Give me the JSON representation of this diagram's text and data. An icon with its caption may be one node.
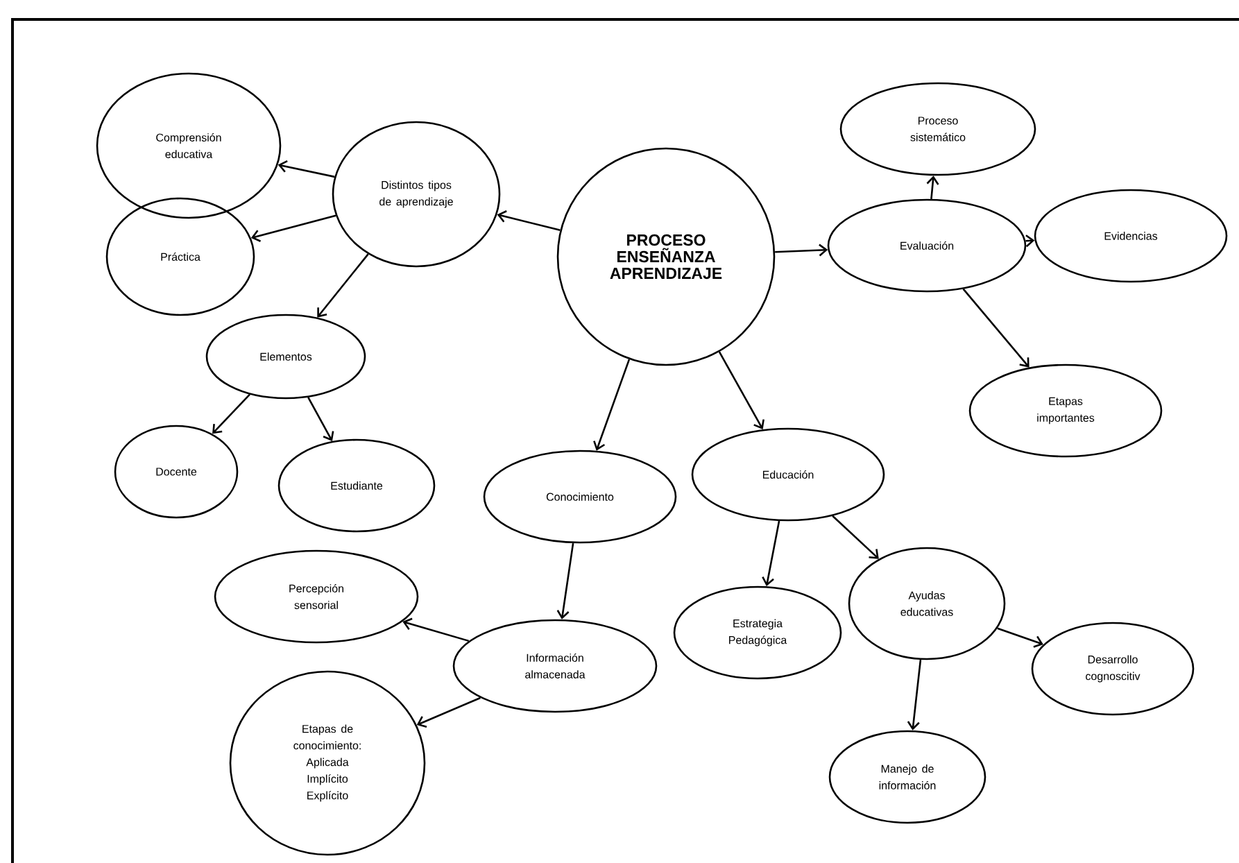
{
  "diagram": {
    "nodes": [
      {
        "text": [
          "PROCESO ENSEÑANZA APRENDIZAJE"
        ]
      },
      {
        "text": [
          "Distintos tipos de aprendizaje"
        ]
      },
      {
        "text": [
          "Comprensión educativa"
        ]
      },
      {
        "text": [
          "Práctica"
        ]
      },
      {
        "text": [
          "Elementos"
        ]
      },
      {
        "text": [
          "Docente"
        ]
      },
      {
        "text": [
          "Estudiante"
        ]
      },
      {
        "text": [
          "Proceso sistemático"
        ]
      },
      {
        "text": [
          "Evaluación"
        ]
      },
      {
        "text": [
          "Evidencias"
        ]
      },
      {
        "text": [
          "Etapas importantes"
        ]
      },
      {
        "text": [
          "Conocimiento"
        ]
      },
      {
        "text": [
          "Educación"
        ]
      },
      {
        "text": [
          "Percepción sensorial"
        ]
      },
      {
        "text": [
          "Información almacenada"
        ]
      },
      {
        "text": [
          "Etapas de conocimiento: Aplicada Implícito Explícito"
        ]
      },
      {
        "text": [
          "Estrategia Pedagógica"
        ]
      },
      {
        "text": [
          "Ayudas educativas"
        ]
      },
      {
        "text": [
          "Desarrollo cognoscitiv"
        ]
      },
      {
        "text": [
          "Manejo de información"
        ]
      }
    ],
    "edges": [
      {
        "from": 0,
        "to": 1,
        "arrow": "to"
      },
      {
        "from": 1,
        "to": 2,
        "arrow": "to"
      },
      {
        "from": 1,
        "to": 3,
        "arrow": "to"
      },
      {
        "from": 1,
        "to": 4,
        "arrow": "to"
      },
      {
        "from": 4,
        "to": 5,
        "arrow": "to"
      },
      {
        "from": 4,
        "to": 6,
        "arrow": "to"
      },
      {
        "from": 0,
        "to": 8,
        "arrow": "to"
      },
      {
        "from": 8,
        "to": 7,
        "arrow": "to"
      },
      {
        "from": 8,
        "to": 9,
        "arrow": "to"
      },
      {
        "from": 8,
        "to": 10,
        "arrow": "to"
      },
      {
        "from": 0,
        "to": 11,
        "arrow": "to"
      },
      {
        "from": 0,
        "to": 12,
        "arrow": "to"
      },
      {
        "from": 11,
        "to": 14,
        "arrow": "to"
      },
      {
        "from": 14,
        "to": 13,
        "arrow": "to"
      },
      {
        "from": 14,
        "to": 15,
        "arrow": "to"
      },
      {
        "from": 12,
        "to": 16,
        "arrow": "to"
      },
      {
        "from": 12,
        "to": 17,
        "arrow": "to"
      },
      {
        "from": 17,
        "to": 18,
        "arrow": "to"
      },
      {
        "from": 17,
        "to": 19,
        "arrow": "to"
      }
    ]
  }
}
